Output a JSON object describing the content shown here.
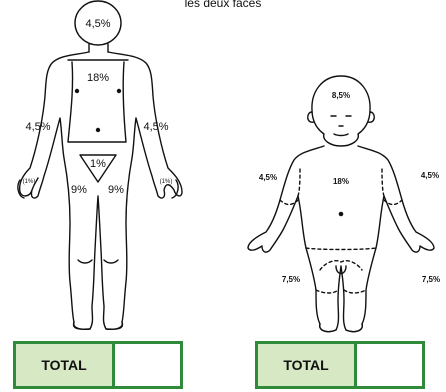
{
  "caption": "les deux faces",
  "adult": {
    "head": "4,5%",
    "trunk": "18%",
    "left_arm": "4,5%",
    "right_arm": "4,5%",
    "genitals": "1%",
    "left_leg": "9%",
    "right_leg": "9%",
    "left_hand": "(1%)",
    "right_hand": "(1%)"
  },
  "child": {
    "head": "8,5%",
    "trunk": "18%",
    "left_arm": "4,5%",
    "right_arm": "4,5%",
    "left_leg": "7,5%",
    "right_leg": "7,5%"
  },
  "totals": [
    {
      "label": "TOTAL",
      "value": ""
    },
    {
      "label": "TOTAL",
      "value": ""
    }
  ]
}
